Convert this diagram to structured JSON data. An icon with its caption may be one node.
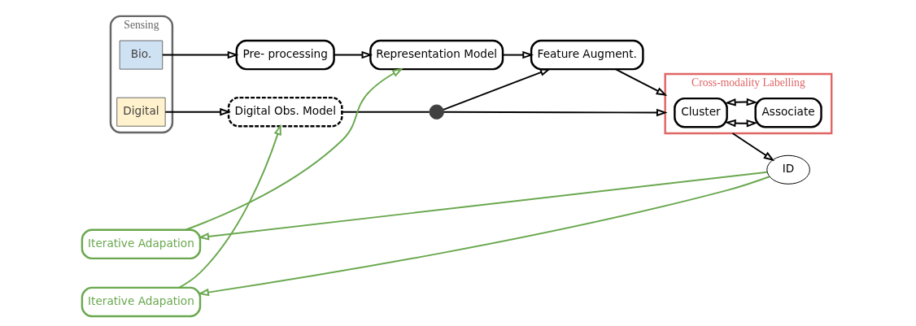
{
  "diagram": {
    "nodes": [
      {
        "text": [
          "Sensing"
        ]
      },
      {
        "text": [
          "Bio."
        ],
        "in": 0
      },
      {
        "text": [
          "Digital"
        ],
        "in": 0
      },
      {
        "text": [
          "Pre- processing"
        ]
      },
      {
        "text": [
          "Representation Model"
        ]
      },
      {
        "text": [
          "Feature Augment."
        ]
      },
      {
        "text": [
          "Cross-modality Labelling"
        ]
      },
      {
        "text": [
          "Cluster"
        ],
        "in": 6
      },
      {
        "text": [
          "Associate"
        ],
        "in": 6
      },
      {
        "text": [
          "ID"
        ]
      },
      {
        "text": [
          "Digital Obs. Model"
        ]
      },
      {
        "text": [],
        "shape": "circle"
      },
      {
        "text": [
          "Iterative Adapation"
        ]
      },
      {
        "text": [
          "Iterative Adapation"
        ]
      }
    ],
    "edges": [
      {
        "from": 1,
        "to": 3,
        "arrow": "to"
      },
      {
        "from": 3,
        "to": 4,
        "arrow": "to"
      },
      {
        "from": 4,
        "to": 5,
        "arrow": "to"
      },
      {
        "from": 5,
        "to": 6,
        "arrow": "to"
      },
      {
        "from": 6,
        "to": 9,
        "arrow": "to"
      },
      {
        "from": 2,
        "to": 10,
        "arrow": "to"
      },
      {
        "from": 10,
        "to": 11,
        "arrow": "none"
      },
      {
        "from": 11,
        "to": 5,
        "arrow": "to"
      },
      {
        "from": 11,
        "to": 6,
        "arrow": "to"
      },
      {
        "from": 7,
        "to": 8,
        "arrow": "both"
      },
      {
        "from": 8,
        "to": 7,
        "arrow": "both"
      },
      {
        "from": 9,
        "to": 12,
        "arrow": "to",
        "color": "#6aa84f"
      },
      {
        "from": 12,
        "to": 4,
        "arrow": "to",
        "color": "#6aa84f"
      },
      {
        "from": 9,
        "to": 13,
        "arrow": "to",
        "color": "#6aa84f"
      },
      {
        "from": 13,
        "to": 10,
        "arrow": "to",
        "color": "#6aa84f"
      }
    ]
  }
}
